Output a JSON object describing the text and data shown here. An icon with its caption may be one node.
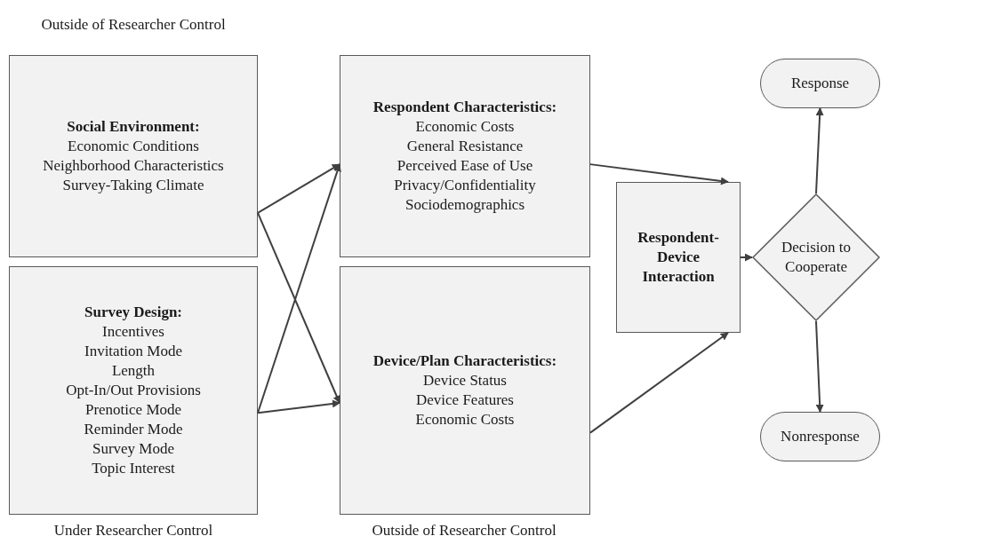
{
  "diagram": {
    "nodes": [
      {
        "text": [
          "Social Environment:",
          "Economic Conditions",
          "Neighborhood Characteristics",
          "Survey-Taking Climate"
        ]
      },
      {
        "text": [
          "Survey Design:",
          "Incentives",
          "Invitation Mode",
          "Length",
          "Opt-In/Out Provisions",
          "Prenotice Mode",
          "Reminder Mode",
          "Survey Mode",
          "Topic Interest"
        ]
      },
      {
        "text": [
          "Respondent Characteristics:",
          "Economic Costs",
          "General Resistance",
          "Perceived Ease of Use",
          "Privacy/Confidentiality",
          "Sociodemographics"
        ]
      },
      {
        "text": [
          "Device/Plan Characteristics:",
          "Device Status",
          "Device Features",
          "Economic Costs"
        ]
      },
      {
        "text": [
          "Respondent-Device Interaction"
        ]
      },
      {
        "text": [
          "Decision to Cooperate"
        ]
      },
      {
        "text": [
          "Response"
        ]
      },
      {
        "text": [
          "Nonresponse"
        ]
      }
    ],
    "edges": [
      {
        "from": 0,
        "to": 2,
        "arrow": "to"
      },
      {
        "from": 0,
        "to": 3,
        "arrow": "to"
      },
      {
        "from": 1,
        "to": 2,
        "arrow": "to"
      },
      {
        "from": 1,
        "to": 3,
        "arrow": "to"
      },
      {
        "from": 2,
        "to": 4,
        "arrow": "to"
      },
      {
        "from": 3,
        "to": 4,
        "arrow": "to"
      },
      {
        "from": 4,
        "to": 5,
        "arrow": "to"
      },
      {
        "from": 5,
        "to": 6,
        "arrow": "to"
      },
      {
        "from": 5,
        "to": 7,
        "arrow": "to"
      }
    ],
    "labels": [
      "Outside of Researcher Control",
      "Under Researcher Control",
      "Outside of Researcher Control"
    ]
  }
}
